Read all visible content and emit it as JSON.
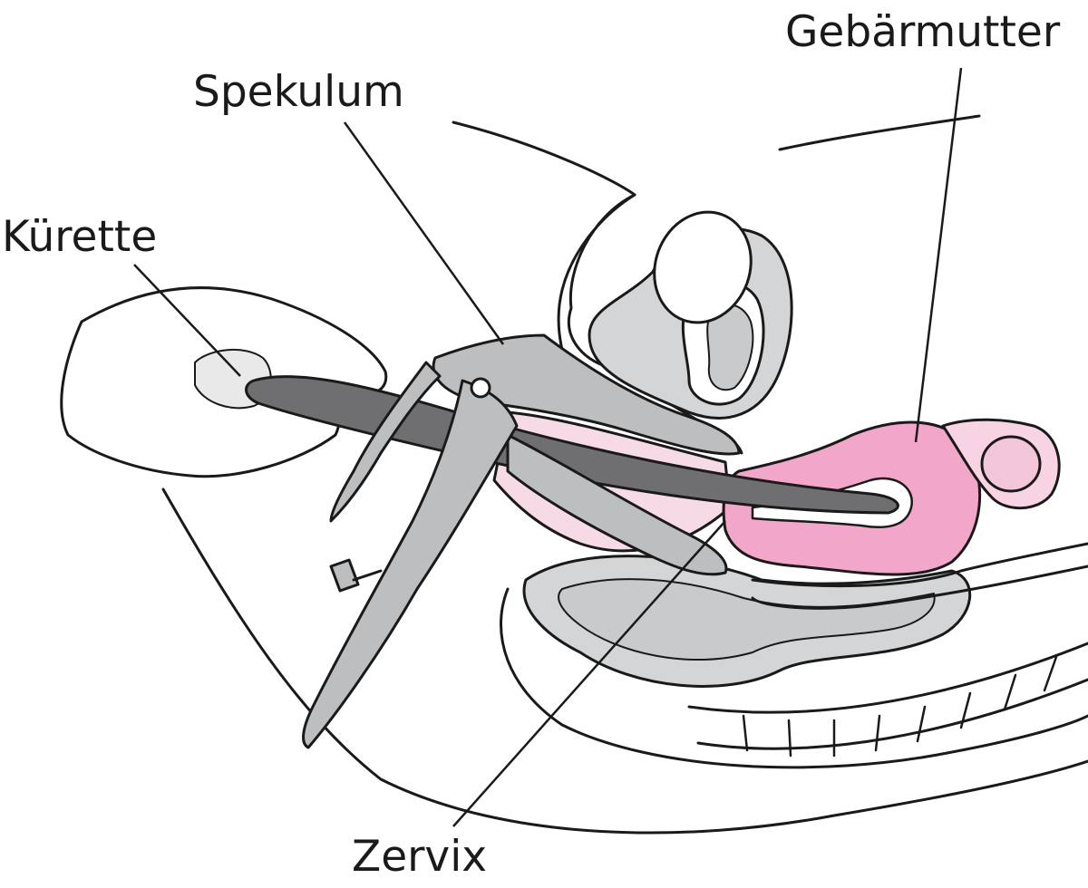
{
  "labels": {
    "uterus": "Gebärmutter",
    "speculum": "Spekulum",
    "curette": "Kürette",
    "cervix": "Zervix"
  },
  "colors": {
    "uterus_fill": "#f2a6c9",
    "uterus_light": "#f8d3e3",
    "canal_fill": "#f6dbe6",
    "instrument_fill": "#bdbec0",
    "curette_fill": "#6f6f72",
    "organ_gray": "#d4d5d6",
    "outline": "#1a1a1a"
  }
}
